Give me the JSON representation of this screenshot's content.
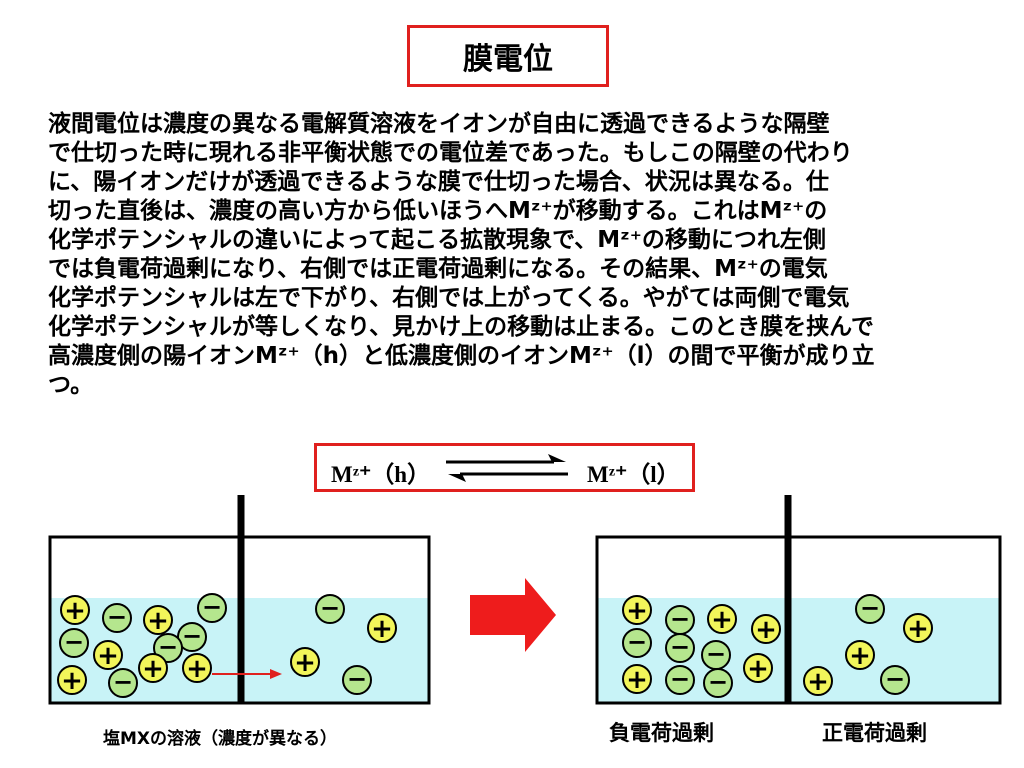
{
  "title": "膜電位",
  "paragraph_lines": [
    "液間電位は濃度の異なる電解質溶液をイオンが自由に透過できるような隔壁",
    "で仕切った時に現れる非平衡状態での電位差であった。もしこの隔壁の代わり",
    "に、陽イオンだけが透過できるような膜で仕切った場合、状況は異なる。仕",
    "切った直後は、濃度の高い方から低いほうへMᶻ⁺が移動する。これはMᶻ⁺の",
    "化学ポテンシャルの違いによって起こる拡散現象で、Mᶻ⁺の移動につれ左側",
    "では負電荷過剰になり、右側では正電荷過剰になる。その結果、Mᶻ⁺の電気",
    "化学ポテンシャルは左で下がり、右側では上がってくる。やがては両側で電気",
    "化学ポテンシャルが等しくなり、見かけ上の移動は止まる。このとき膜を挟んで",
    "高濃度側の陽イオンMᶻ⁺（h）と低濃度側のイオンMᶻ⁺（l）の間で平衡が成り立",
    "つ。"
  ],
  "equilibrium": {
    "left": "Mᶻ⁺（h）",
    "right": "Mᶻ⁺（l）"
  },
  "ion_symbols": {
    "cation": "+",
    "anion": "−"
  },
  "captions": {
    "before": "塩MXの溶液（濃度が異なる）",
    "after_left": "負電荷過剰",
    "after_right": "正電荷過剰"
  },
  "colors": {
    "accent_red": "#e0201e",
    "solution": "#c8f3f7",
    "ion_cation": "#f2f55a",
    "ion_anion": "#b5e68e",
    "arrow_fill": "#ee1c1c"
  }
}
